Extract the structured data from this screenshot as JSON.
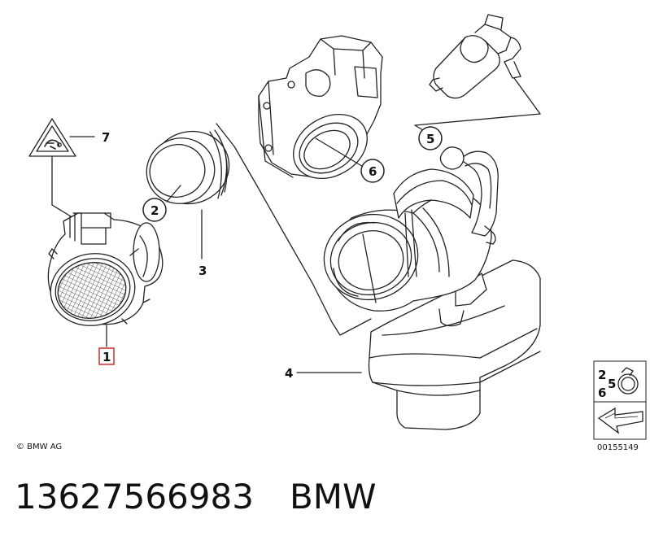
{
  "callouts": {
    "c1": "1",
    "c2": "2",
    "c3": "3",
    "c4": "4",
    "c5": "5",
    "c6": "6",
    "c7": "7"
  },
  "legend": {
    "num_a": "2",
    "num_b": "5",
    "num_c": "6",
    "diagram_id": "00155149"
  },
  "copyright": "© BMW AG",
  "footer": {
    "part_number": "13627566983",
    "brand": "BMW"
  },
  "colors": {
    "highlight": "#d62b2b",
    "line": "#222222"
  }
}
